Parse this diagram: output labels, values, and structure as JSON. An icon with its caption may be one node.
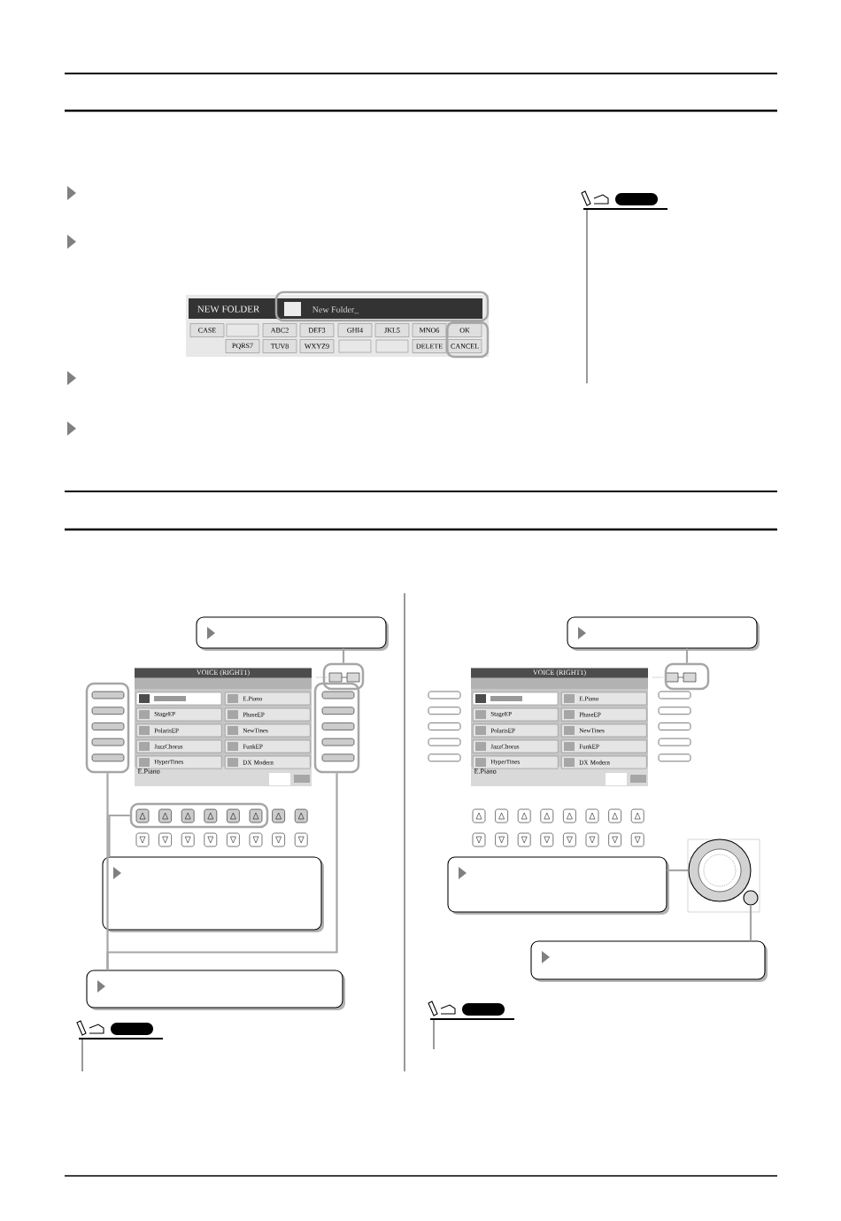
{
  "diagram": {
    "nodes": [
      {
        "text": [],
        "shape": "box"
      },
      {
        "text": [],
        "shape": "box"
      },
      {
        "text": [],
        "shape": "box"
      },
      {
        "text": [],
        "shape": "box"
      },
      {
        "text": [],
        "shape": "box"
      },
      {
        "text": [],
        "shape": "box"
      },
      {
        "text": [],
        "shape": "box"
      },
      {
        "text": [],
        "shape": "box"
      },
      {
        "text": [],
        "shape": "box"
      },
      {
        "text": [],
        "shape": "box"
      },
      {
        "text": [],
        "shape": "circle"
      },
      {
        "text": [],
        "shape": "circle"
      },
      {
        "text": [],
        "shape": "box"
      }
    ],
    "edges": [
      {
        "from": 0,
        "to": 1,
        "arrow": "none"
      },
      {
        "from": 5,
        "to": 4,
        "arrow": "none"
      },
      {
        "from": 6,
        "to": 2,
        "arrow": "none"
      },
      {
        "from": 6,
        "to": 3,
        "arrow": "none"
      },
      {
        "from": 7,
        "to": 8,
        "arrow": "none"
      },
      {
        "from": 9,
        "to": 10,
        "arrow": "none"
      },
      {
        "from": 12,
        "to": 11,
        "arrow": "none"
      }
    ],
    "labels": [
      "NEW FOLDER",
      "New Folder_",
      "CASE",
      "ABC2",
      "DEF3",
      "GHI4",
      "JKL5",
      "MNO6",
      "OK",
      "PQRS7",
      "TUV8",
      "WXYZ9",
      "DELETE",
      "CANCEL",
      "VOICE (RIGHT1)",
      "E.Piano",
      "StageEP",
      "PhaseEP",
      "PolarisEP",
      "NewTines",
      "JazzChorus",
      "FunkEP",
      "HyperTines",
      "DX Modern",
      "E.Piano",
      "VOICE (RIGHT1)",
      "E.Piano",
      "StageEP",
      "PhaseEP",
      "PolarisEP",
      "NewTines",
      "JazzChorus",
      "FunkEP",
      "HyperTines",
      "DX Modern",
      "E.Piano"
    ]
  }
}
